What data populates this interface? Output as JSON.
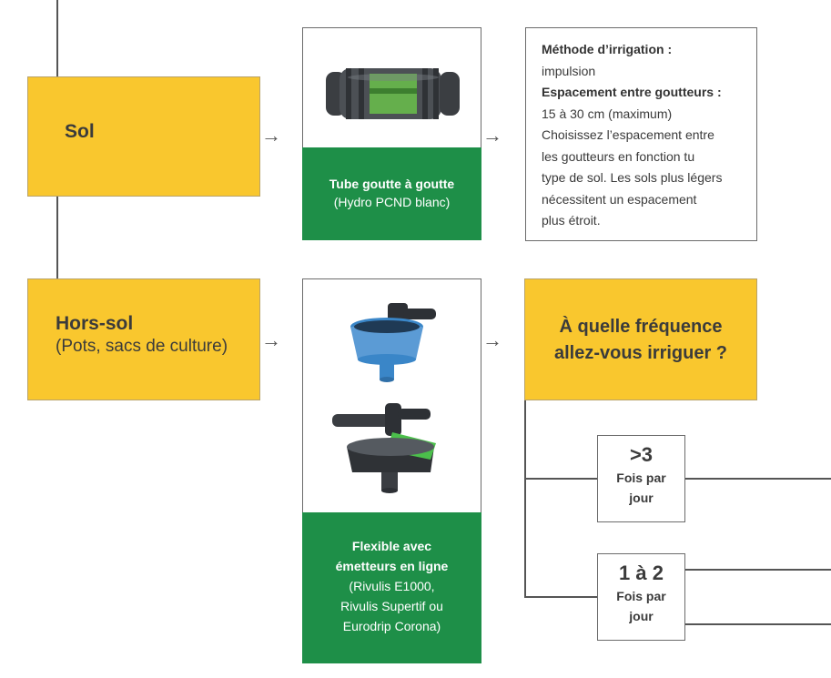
{
  "branch_soil": {
    "label": "Sol",
    "product": {
      "name": "Tube goutte à goutte",
      "detail": "(Hydro PCND blanc)",
      "image": "drip-tube-icon"
    },
    "info": {
      "method_label": "Méthode d’irrigation :",
      "method_value": "impulsion",
      "spacing_label": "Espacement entre goutteurs :",
      "spacing_lines": [
        "15 à 30 cm (maximum)",
        "Choisissez l’espacement entre",
        "les goutteurs en fonction tu",
        "type de sol. Les sols plus légers",
        "nécessitent un espacement",
        "plus étroit."
      ]
    }
  },
  "branch_soilless": {
    "title": "Hors-sol",
    "subtitle": "(Pots, sacs de culture)",
    "product": {
      "name_lines": [
        "Flexible avec",
        "émetteurs en ligne"
      ],
      "detail_lines": [
        "(Rivulis E1000,",
        "Rivulis Supertif ou",
        "Eurodrip Corona)"
      ],
      "images": [
        "blue-dripper-icon",
        "green-dripper-icon"
      ]
    },
    "question_lines": [
      "À quelle fréquence",
      "allez-vous irriguer ?"
    ],
    "options": [
      {
        "value": ">3",
        "lines": [
          "Fois par",
          "jour"
        ]
      },
      {
        "value": "1 à 2",
        "lines": [
          "Fois par",
          "jour"
        ]
      }
    ]
  },
  "colors": {
    "yellow": "#f9c72e",
    "green": "#1e8f48",
    "line": "#555555",
    "blue_dripper": "#5b9bd5",
    "green_part": "#6abf4b"
  },
  "arrow_glyph": "→"
}
